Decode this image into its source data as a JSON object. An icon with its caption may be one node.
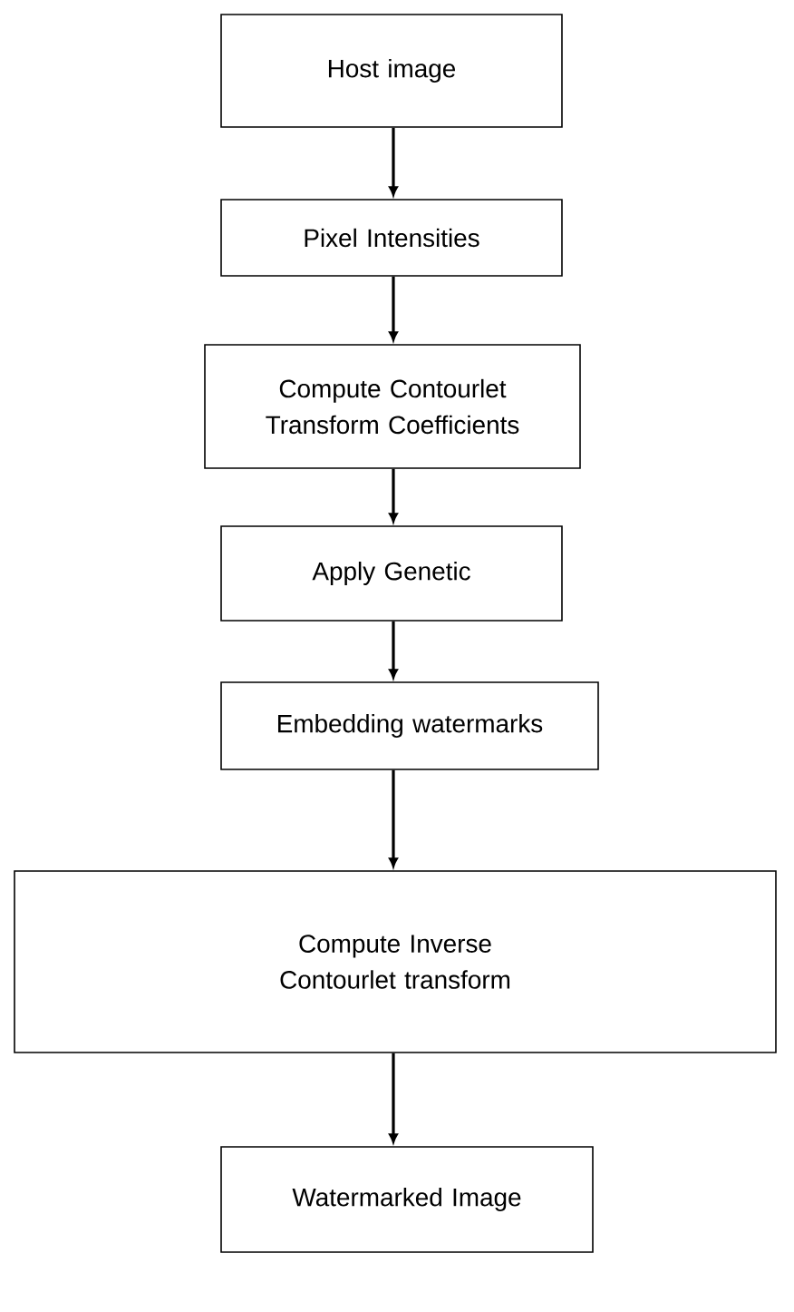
{
  "diagram": {
    "nodes": [
      {
        "text": [
          "Host image"
        ]
      },
      {
        "text": [
          "Pixel Intensities"
        ]
      },
      {
        "text": [
          "Compute Contourlet Transform Coefficients"
        ]
      },
      {
        "text": [
          "Apply Genetic"
        ]
      },
      {
        "text": [
          "Embedding watermarks"
        ]
      },
      {
        "text": [
          "Compute Inverse Contourlet transform"
        ]
      },
      {
        "text": [
          "Watermarked Image"
        ]
      }
    ],
    "edges": [
      {
        "from": 0,
        "to": 1,
        "arrow": "to"
      },
      {
        "from": 1,
        "to": 2,
        "arrow": "to"
      },
      {
        "from": 2,
        "to": 3,
        "arrow": "to"
      },
      {
        "from": 3,
        "to": 4,
        "arrow": "to"
      },
      {
        "from": 4,
        "to": 5,
        "arrow": "to"
      },
      {
        "from": 5,
        "to": 6,
        "arrow": "to"
      }
    ]
  }
}
